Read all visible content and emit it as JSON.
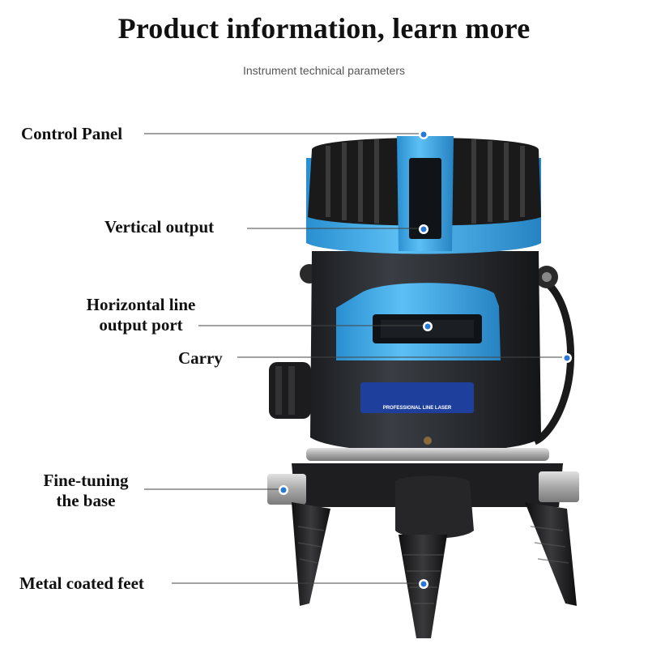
{
  "header": {
    "title": "Product information, learn more",
    "subtitle": "Instrument technical parameters"
  },
  "device": {
    "badge_text": "PROFESSIONAL LINE LASER",
    "colors": {
      "accent": "#3fa7e8",
      "body": "#2b2e33",
      "rubber": "#1a1a1a",
      "metal": "#b9b9b9",
      "dot": "#2a78d6"
    }
  },
  "callouts": {
    "control_panel": "Control Panel",
    "vertical_output": "Vertical output",
    "horizontal_line_1": "Horizontal line",
    "horizontal_line_2": "output port",
    "carry": "Carry",
    "fine_tuning_1": "Fine-tuning",
    "fine_tuning_2": "the base",
    "metal_feet": "Metal coated feet"
  }
}
